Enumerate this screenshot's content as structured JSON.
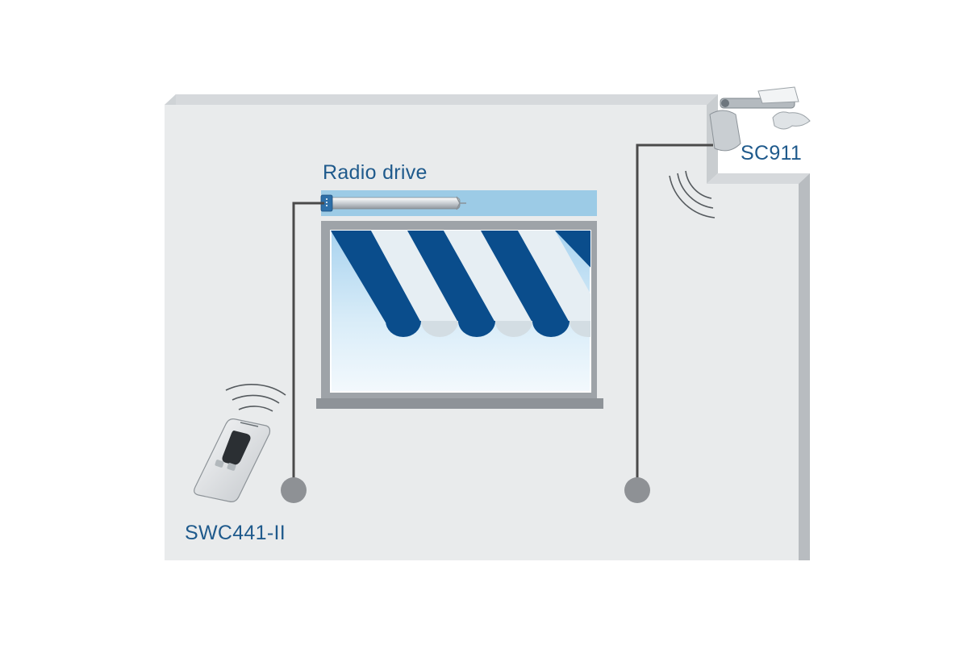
{
  "labels": {
    "radio_drive": "Radio drive",
    "sensor": "SC911",
    "remote": "SWC441-II"
  },
  "colors": {
    "wall_face": "#e9ebec",
    "wall_edge": "#c9cdd0",
    "stripe_blue": "#0a4d8c",
    "stripe_white": "#e6eef3",
    "text_blue": "#1f5a8c",
    "cable": "#4a4a4a",
    "socket": "#8e9195",
    "tube_band": "#9ccbe6"
  }
}
